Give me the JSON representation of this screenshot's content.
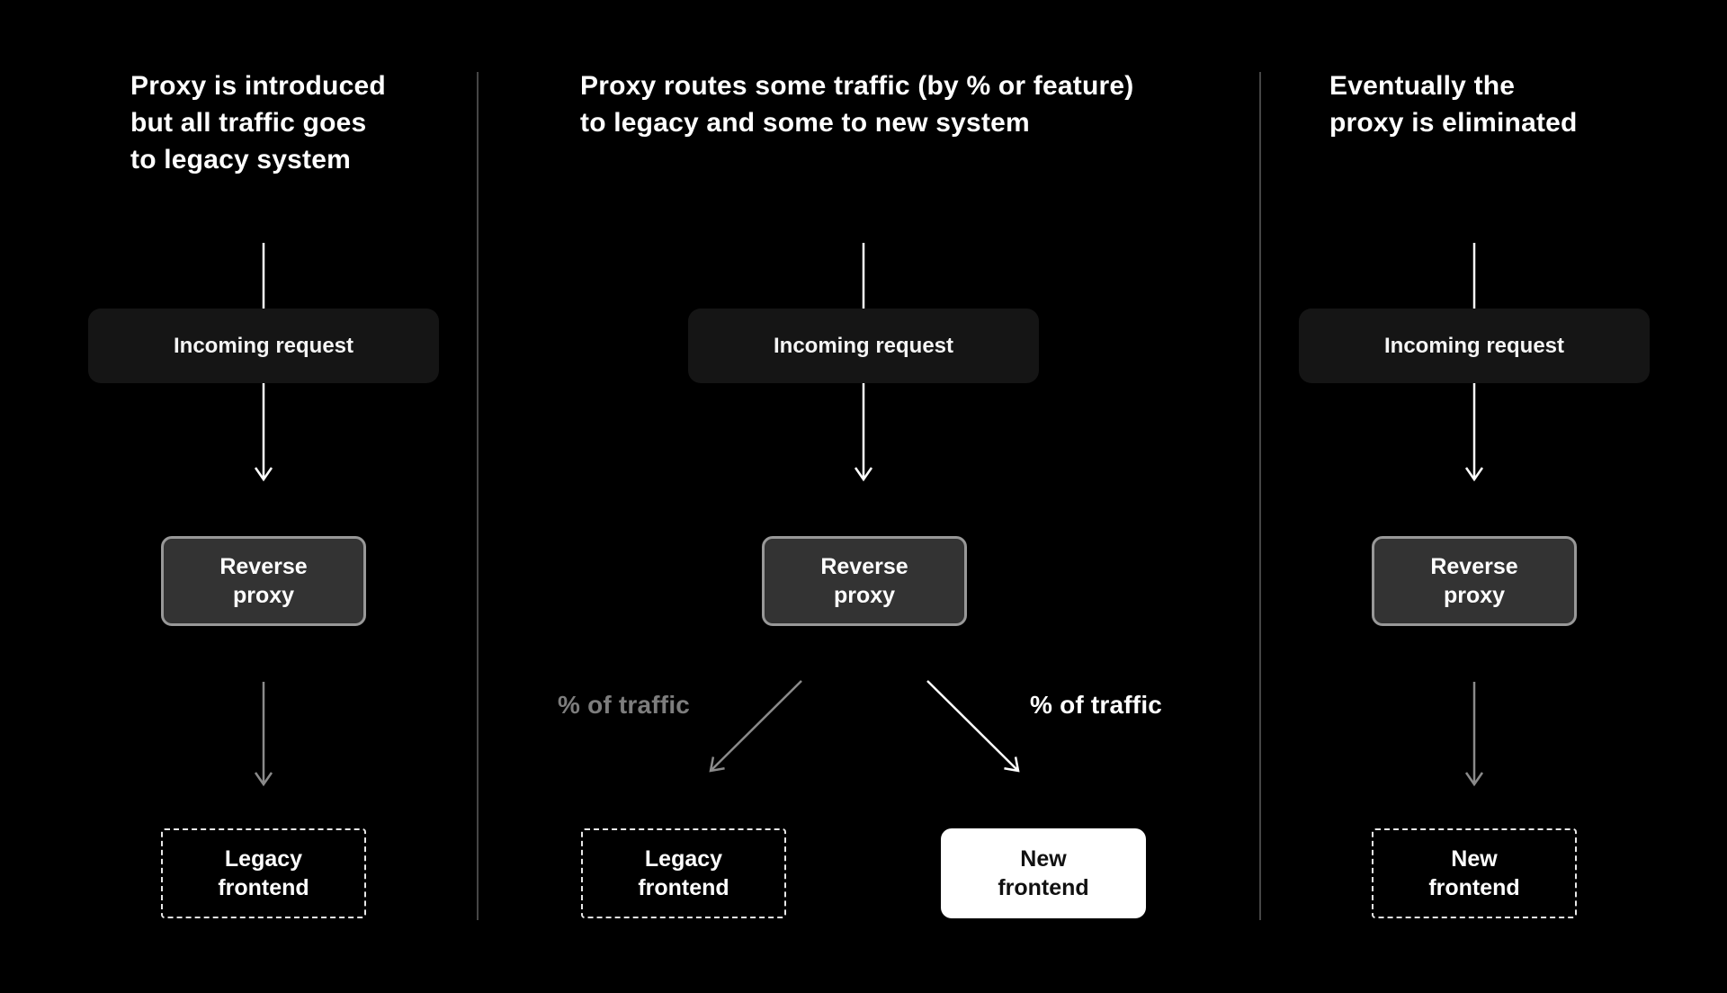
{
  "diagram": {
    "kind": "reverse-proxy-migration-flow",
    "colors": {
      "background": "#000000",
      "divider": "#464646",
      "incoming_box_fill": "#151515",
      "proxy_box_fill": "#333333",
      "proxy_box_border": "#989898",
      "dashed_box_border": "#e8e8e8",
      "new_frontend_box_fill": "#ffffff",
      "arrow_white": "#ffffff",
      "arrow_gray": "#8a8a8a",
      "traffic_label_gray": "#7d7d7d",
      "text_white": "#ffffff",
      "text_dark": "#111111"
    }
  },
  "panels": {
    "left": {
      "title": "Proxy is introduced\nbut all traffic goes\nto legacy system",
      "incoming_label": "Incoming request",
      "proxy_label": "Reverse\nproxy",
      "target_label": "Legacy\nfrontend"
    },
    "middle": {
      "title": "Proxy routes some traffic (by % or feature)\nto legacy and some to new system",
      "incoming_label": "Incoming request",
      "proxy_label": "Reverse\nproxy",
      "legacy_label": "Legacy\nfrontend",
      "new_label": "New\nfrontend",
      "traffic_left_label": "% of traffic",
      "traffic_right_label": "% of traffic"
    },
    "right": {
      "title": "Eventually the\nproxy is eliminated",
      "incoming_label": "Incoming request",
      "proxy_label": "Reverse\nproxy",
      "target_label": "New\nfrontend"
    }
  }
}
